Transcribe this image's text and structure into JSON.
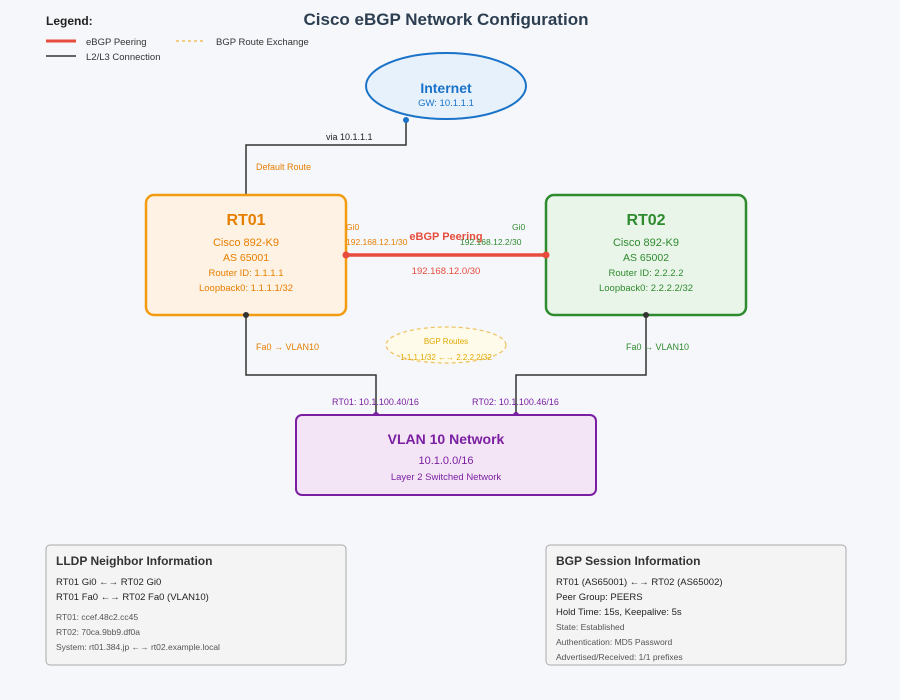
{
  "title": "Cisco eBGP Network Configuration",
  "legend": {
    "heading": "Legend:",
    "items": [
      {
        "label": "eBGP Peering",
        "color": "#e74c3c",
        "style": "solid-thick"
      },
      {
        "label": "BGP Route Exchange",
        "color": "#f0c060",
        "style": "dashed"
      },
      {
        "label": "L2/L3 Connection",
        "color": "#333333",
        "style": "solid"
      }
    ]
  },
  "colors": {
    "internet": "#1a73c8",
    "rt01": "#f39c12",
    "rt01_text": "#e67e00",
    "rt02": "#2e8b2e",
    "vlan": "#7b1fa2",
    "peering": "#e74c3c",
    "bgp_routes": "#f0b400"
  },
  "internet": {
    "name": "Internet",
    "gateway": "GW: 10.1.1.1"
  },
  "internet_link": {
    "via_label": "via 10.1.1.1",
    "route_label": "Default Route"
  },
  "rt01": {
    "name": "RT01",
    "model": "Cisco 892-K9",
    "as": "AS 65001",
    "router_id": "Router ID: 1.1.1.1",
    "loopback": "Loopback0: 1.1.1.1/32",
    "wan_if": "Gi0",
    "wan_ip": "192.168.12.1/30",
    "lan_link": "Fa0 → VLAN10",
    "vlan_ip": "RT01: 10.1.100.40/16"
  },
  "rt02": {
    "name": "RT02",
    "model": "Cisco 892-K9",
    "as": "AS 65002",
    "router_id": "Router ID: 2.2.2.2",
    "loopback": "Loopback0: 2.2.2.2/32",
    "wan_if": "Gi0",
    "wan_ip": "192.168.12.2/30",
    "lan_link": "Fa0 → VLAN10",
    "vlan_ip": "RT02: 10.1.100.46/16"
  },
  "peering": {
    "label": "eBGP Peering",
    "subnet": "192.168.12.0/30"
  },
  "bgp_routes": {
    "title": "BGP Routes",
    "routes": "1.1.1.1/32 ←→ 2.2.2.2/32"
  },
  "vlan": {
    "name": "VLAN 10 Network",
    "subnet": "10.1.0.0/16",
    "desc": "Layer 2 Switched Network"
  },
  "lldp": {
    "title": "LLDP Neighbor Information",
    "lines": [
      "RT01 Gi0 ←→ RT02 Gi0",
      "RT01 Fa0 ←→ RT02 Fa0 (VLAN10)"
    ],
    "details": [
      "RT01: ccef.48c2.cc45",
      "RT02: 70ca.9bb9.df0a",
      "System: rt01.384.jp ←→ rt02.example.local"
    ]
  },
  "bgp_session": {
    "title": "BGP Session Information",
    "lines": [
      "RT01 (AS65001) ←→ RT02 (AS65002)",
      "Peer Group: PEERS",
      "Hold Time: 15s, Keepalive: 5s"
    ],
    "details": [
      "State: Established",
      "Authentication: MD5 Password",
      "Advertised/Received: 1/1 prefixes"
    ]
  }
}
